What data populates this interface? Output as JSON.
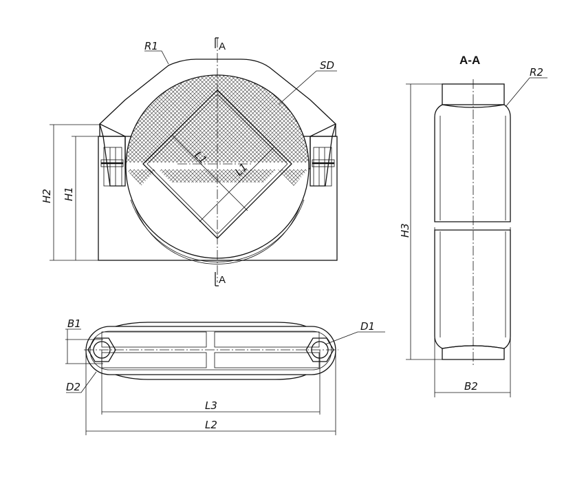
{
  "drawing": {
    "front_view": {
      "section_marks": [
        "A",
        "A"
      ],
      "labels": {
        "r1": "R1",
        "sd": "SD",
        "h2": "H2",
        "h1": "H1",
        "l1_a": "L1",
        "l1_b": "L1"
      }
    },
    "side_view": {
      "title": "A-A",
      "labels": {
        "r2": "R2",
        "h3": "H3",
        "b2": "B2"
      }
    },
    "top_view": {
      "labels": {
        "b1": "B1",
        "d1": "D1",
        "d2": "D2",
        "l3": "L3",
        "l2": "L2"
      }
    }
  }
}
